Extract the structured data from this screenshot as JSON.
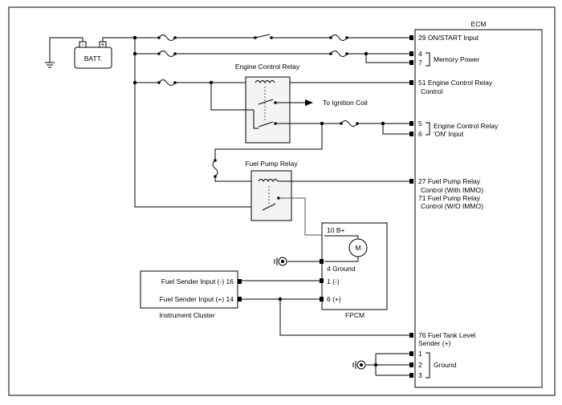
{
  "ecm": {
    "title": "ECM",
    "pins": {
      "p29": "29 ON/START Input",
      "p4": "4",
      "p7": "7",
      "memory_power": "Memory Power",
      "p51_l1": "51 Engine Control Relay",
      "p51_l2": "Control",
      "p5": "5",
      "p6": "6",
      "ecr_on_l1": "Engine Control Relay",
      "ecr_on_l2": "'ON' Input",
      "p27_l1": "27 Fuel Pump Relay",
      "p27_l2": "Control (With IMMO)",
      "p71_l1": "71 Fuel Pump Relay",
      "p71_l2": "Control (W/O IMMO)",
      "p76_l1": "76 Fuel Tank Level",
      "p76_l2": "Sender (+)",
      "g1": "1",
      "g2": "2",
      "g3": "3",
      "ground": "Ground"
    }
  },
  "battery": {
    "label": "BATT.",
    "minus": "-",
    "plus": "+"
  },
  "engine_control_relay": {
    "label": "Engine Control Relay",
    "ignition": "To Ignition Coil"
  },
  "fuel_pump_relay": {
    "label": "Fuel Pump Relay"
  },
  "fpcm": {
    "title": "FPCM",
    "p10": "10 B+",
    "p4": "4 Ground",
    "p1": "1 (-)",
    "p6": "6 (+)",
    "motor": "M"
  },
  "cluster": {
    "title": "Instrument Cluster",
    "p16": "Fuel Sender Input (-) 16",
    "p14": "Fuel Sender Input (+) 14"
  }
}
